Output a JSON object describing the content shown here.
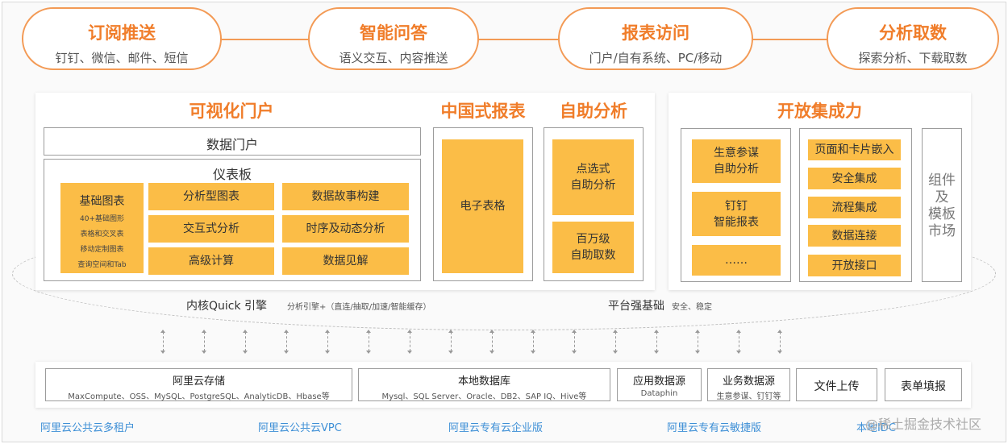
{
  "top_services": [
    {
      "title": "订阅推送",
      "sub": "钉钉、微信、邮件、短信"
    },
    {
      "title": "智能问答",
      "sub": "语义交互、内容推送"
    },
    {
      "title": "报表访问",
      "sub": "门户/自有系统、PC/移动"
    },
    {
      "title": "分析取数",
      "sub": "探索分析、下载取数"
    }
  ],
  "portal": {
    "title": "可视化门户",
    "data_portal": "数据门户",
    "dashboard": "仪表板",
    "basic_chart": {
      "title": "基础图表",
      "lines": [
        "40+基础图形",
        "表格和交叉表",
        "移动定制图表",
        "查询空间和Tab"
      ]
    },
    "items": [
      "分析型图表",
      "数据故事构建",
      "交互式分析",
      "时序及动态分析",
      "高级计算",
      "数据见解"
    ]
  },
  "china_report": {
    "title": "中国式报表",
    "item": "电子表格"
  },
  "self_analysis": {
    "title": "自助分析",
    "items": [
      "点选式\n自助分析",
      "百万级\n自助取数"
    ]
  },
  "integration": {
    "title": "开放集成力",
    "left": [
      "生意参谋\n自助分析",
      "钉钉\n智能报表",
      "……"
    ],
    "right": [
      "页面和卡片嵌入",
      "安全集成",
      "流程集成",
      "数据连接",
      "开放接口"
    ],
    "market": "组件\n及\n模板\n市场"
  },
  "core": {
    "engine": "内核Quick 引擎",
    "engine_sub": "分析引擎+（直连/抽取/加速/智能缓存）",
    "platform": "平台强基础",
    "platform_sub": "安全、稳定"
  },
  "sources": [
    {
      "name": "阿里云存储",
      "desc": "MaxCompute、OSS、MySQL、PostgreSQL、AnalyticDB、Hbase等"
    },
    {
      "name": "本地数据库",
      "desc": "Mysql、SQL Server、Oracle、DB2、SAP IQ、Hive等"
    },
    {
      "name": "应用数据源",
      "desc": "Dataphin"
    },
    {
      "name": "业务数据源",
      "desc": "生意参谋、钉钉等"
    },
    {
      "name": "文件上传",
      "desc": ""
    },
    {
      "name": "表单填报",
      "desc": ""
    }
  ],
  "clouds": [
    "阿里云公共云多租户",
    "阿里云公共云VPC",
    "阿里云专有云企业版",
    "阿里云专有云敏捷版",
    "本地IDC"
  ],
  "watermark": "@稀土掘金技术社区",
  "colors": {
    "accent": "#f07d2a",
    "block": "#fbbd47",
    "link": "#3d8fd6"
  }
}
